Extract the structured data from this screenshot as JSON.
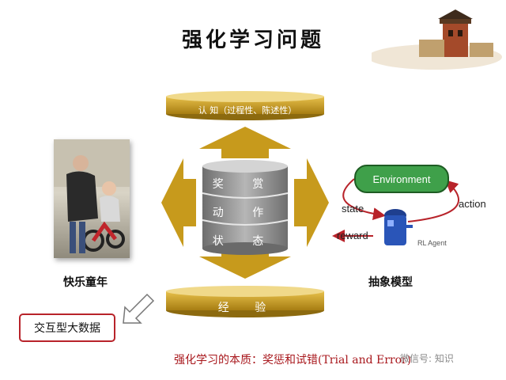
{
  "slide": {
    "title": "强化学习问题",
    "cognition_label": "认  知（过程性、陈述性）",
    "reward_label": "奖  赏",
    "action_label": "动  作",
    "state_label": "状  态",
    "experience_label": "经  验",
    "child_caption": "快乐童年",
    "model_caption": "抽象模型",
    "bigdata_label": "交互型大数据",
    "essence_text": "强化学习的本质：奖惩和试错(Trial and Error)",
    "watermark": "微信号: 知识"
  },
  "rl_diagram": {
    "environment": "Environment",
    "state": "state",
    "action": "action",
    "reward": "reward",
    "agent": "RL Agent"
  },
  "colors": {
    "gold": "#c79a1c",
    "gold_dark": "#8c6a0f",
    "grey_cylinder": "#8d8d8d",
    "env_green": "#3fa04a",
    "arrow_red": "#b8232a",
    "text_red": "#a8171c"
  }
}
